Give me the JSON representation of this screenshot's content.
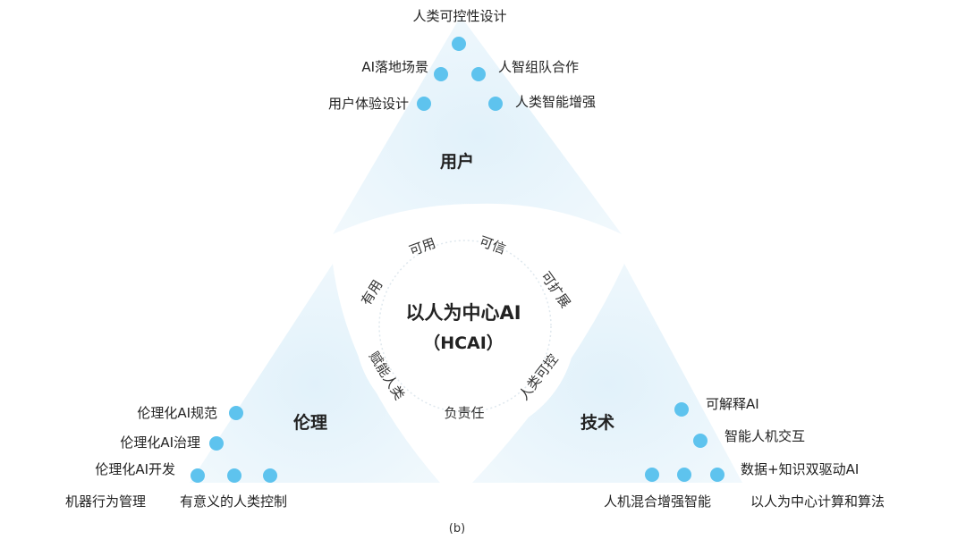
{
  "center": {
    "title": "以人为中心AI",
    "subtitle": "（HCAI）",
    "ring_labels": {
      "useful": "有用",
      "usable": "可用",
      "trustworthy": "可信",
      "scalable": "可扩展",
      "controllable": "人类可控",
      "responsible": "负责任",
      "empower": "赋能人类"
    }
  },
  "sections": {
    "user": {
      "label": "用户",
      "items": {
        "hc_design": "人类可控性设计",
        "ai_scenarios": "AI落地场景",
        "human_ai_team": "人智组队合作",
        "ux_design": "用户体验设计",
        "augmentation": "人类智能增强"
      }
    },
    "ethics": {
      "label": "伦理",
      "items": {
        "ethical_norms": "伦理化AI规范",
        "ethical_gov": "伦理化AI治理",
        "ethical_dev": "伦理化AI开发",
        "machine_behavior": "机器行为管理",
        "meaningful_control": "有意义的人类控制"
      }
    },
    "tech": {
      "label": "技术",
      "items": {
        "explainable": "可解释AI",
        "hci": "智能人机交互",
        "data_knowledge": "数据+知识双驱动AI",
        "hybrid": "人机混合增强智能",
        "hc_computing": "以人为中心计算和算法"
      }
    }
  },
  "caption": "(b)",
  "colors": {
    "panel": "#eaf5fb",
    "dot": "#5ec3ee",
    "text": "#222222"
  }
}
